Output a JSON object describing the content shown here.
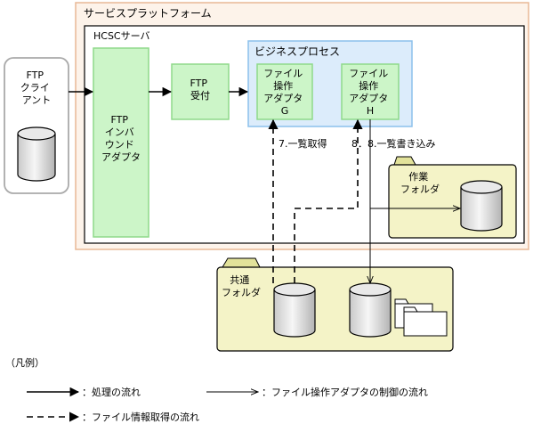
{
  "platform": {
    "label": "サービスプラットフォーム"
  },
  "server": {
    "label": "HCSCサーバ"
  },
  "ftp_client": {
    "lines": [
      "FTP",
      "クライ",
      "アント"
    ]
  },
  "inbound_adapter": {
    "lines": [
      "FTP",
      "インバ",
      "ウンド",
      "アダプタ"
    ]
  },
  "ftp_reception": {
    "lines": [
      "FTP",
      "受付"
    ]
  },
  "business_process": {
    "label": "ビジネスプロセス"
  },
  "adapter_g": {
    "lines": [
      "ファイル",
      "操作",
      "アダプタ",
      "G"
    ]
  },
  "adapter_h": {
    "lines": [
      "ファイル",
      "操作",
      "アダプタ",
      "H"
    ]
  },
  "flows": {
    "step7": "7.一覧取得",
    "step8": "8．8.一覧書き込み"
  },
  "work_folder": {
    "lines": [
      "作業",
      "フォルダ"
    ]
  },
  "shared_folder": {
    "lines": [
      "共通",
      "フォルダ"
    ]
  },
  "legend": {
    "title": "（凡例）",
    "process_flow": "：処理の流れ",
    "control_flow": "：ファイル操作アダプタの制御の流れ",
    "info_flow": "：ファイル情報取得の流れ"
  },
  "colors": {
    "platform_bg": "#fdf3ea",
    "platform_border": "#e8b896",
    "green_fill": "#ccf5c8",
    "green_border": "#8fd98a",
    "process_bg": "#dcecfb",
    "process_border": "#8cc0ec",
    "folder_fill": "#f4f3c7",
    "folder_tab": "#e2e29a",
    "client_border": "#aaaaaa"
  }
}
